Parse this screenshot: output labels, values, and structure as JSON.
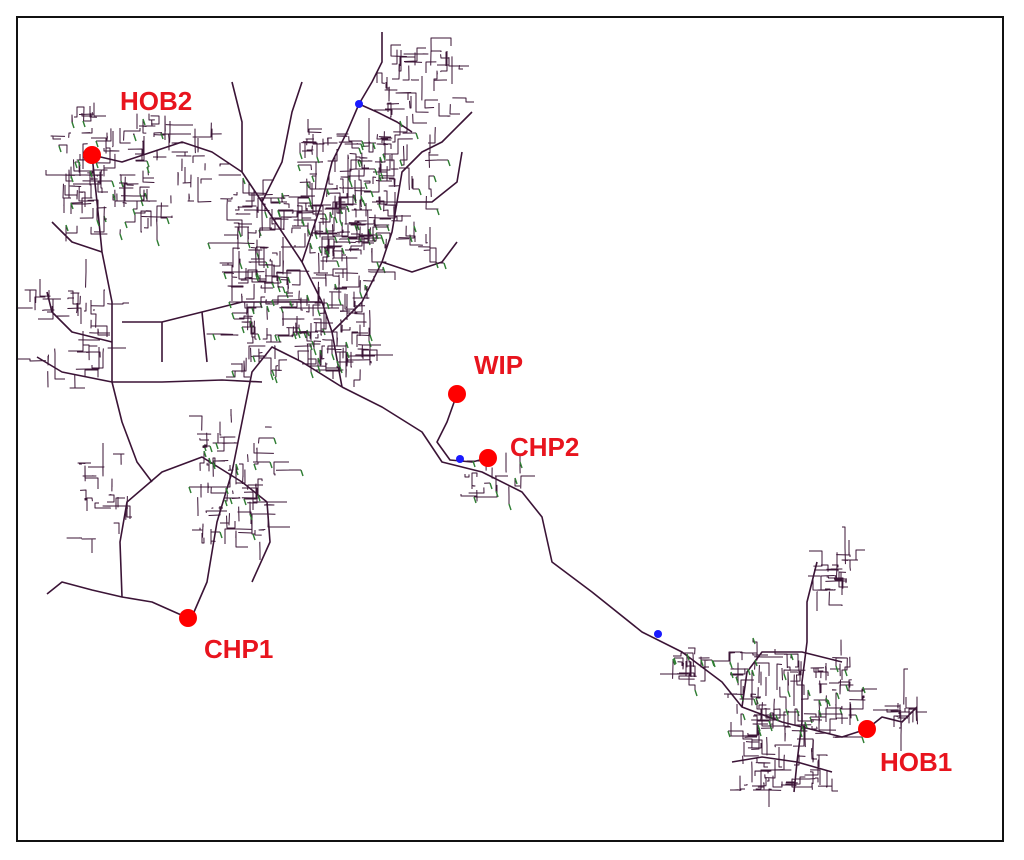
{
  "colors": {
    "pipe": "#3b1436",
    "branch_green": "#2e7d32",
    "plant": "#ff0000",
    "label": "#e8141e",
    "node": "#1a1aff",
    "frame": "#111111"
  },
  "plants": [
    {
      "id": "hob2",
      "label": "HOB2"
    },
    {
      "id": "wip",
      "label": "WIP"
    },
    {
      "id": "chp2",
      "label": "CHP2"
    },
    {
      "id": "chp1",
      "label": "CHP1"
    },
    {
      "id": "hob1",
      "label": "HOB1"
    }
  ],
  "nodes": [
    {
      "id": "node-north"
    },
    {
      "id": "node-transmission-a"
    },
    {
      "id": "node-transmission-b"
    }
  ]
}
